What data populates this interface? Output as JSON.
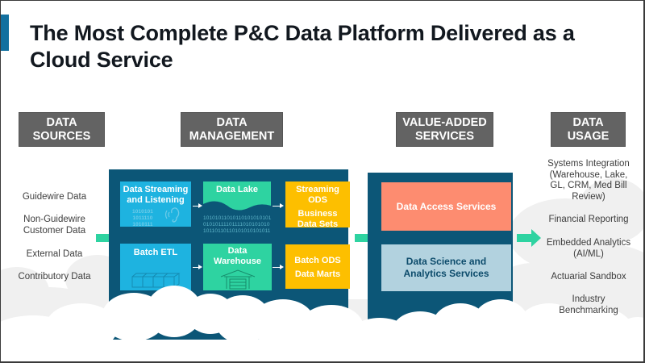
{
  "title": "The Most Complete P&C Data Platform Delivered as a Cloud Service",
  "colors": {
    "accent_bar": "#13709f",
    "header_box": "#636363",
    "panel": "#0c5677",
    "streaming_blue": "#1eb3e0",
    "lake_green": "#2ed3a1",
    "ods_yellow": "#fdbf00",
    "access_salmon": "#fd8c70",
    "science_lightblue": "#b2d2df",
    "arrow_green": "#2ed3a1",
    "cloud_gray": "#efefef"
  },
  "columns": {
    "sources": {
      "header_line1": "DATA",
      "header_line2": "SOURCES",
      "items": [
        {
          "label": "Guidewire Data"
        },
        {
          "line1": "Non-Guidewire",
          "line2": "Customer Data"
        },
        {
          "label": "External Data"
        },
        {
          "label": "Contributory Data"
        }
      ]
    },
    "management": {
      "header_line1": "DATA",
      "header_line2": "MANAGEMENT",
      "tiles": {
        "streaming": {
          "line1": "Data Streaming",
          "line2": "and Listening",
          "icon": "ear-listening-icon",
          "binary": [
            "1010101",
            "1011110",
            "1010111"
          ]
        },
        "lake": {
          "label": "Data Lake",
          "icon": "wave-banner-icon",
          "binary": [
            "10101011010110101010101",
            "01010111101111010101010",
            "10110110110101010101011"
          ]
        },
        "streaming_ods": {
          "line1": "Streaming",
          "line2": "ODS",
          "line3": "Business",
          "line4": "Data Sets"
        },
        "batch_etl": {
          "label": "Batch ETL",
          "icon": "cubes-icon"
        },
        "warehouse": {
          "line1": "Data",
          "line2": "Warehouse",
          "icon": "warehouse-icon"
        },
        "batch_ods": {
          "line1": "Batch ODS",
          "line2": "Data Marts"
        }
      }
    },
    "value_added": {
      "header_line1": "VALUE-ADDED",
      "header_line2": "SERVICES",
      "services": [
        {
          "label": "Data Access Services"
        },
        {
          "line1": "Data Science and",
          "line2": "Analytics Services"
        }
      ]
    },
    "usage": {
      "header_line1": "DATA",
      "header_line2": "USAGE",
      "items": [
        {
          "lines": [
            "Systems Integration",
            "(Warehouse, Lake,",
            "GL, CRM, Med Bill",
            "Review)"
          ]
        },
        {
          "lines": [
            "Financial Reporting"
          ]
        },
        {
          "lines": [
            "Embedded Analytics",
            "(AI/ML)"
          ]
        },
        {
          "lines": [
            "Actuarial Sandbox"
          ]
        },
        {
          "lines": [
            "Industry",
            "Benchmarking"
          ]
        }
      ]
    }
  }
}
